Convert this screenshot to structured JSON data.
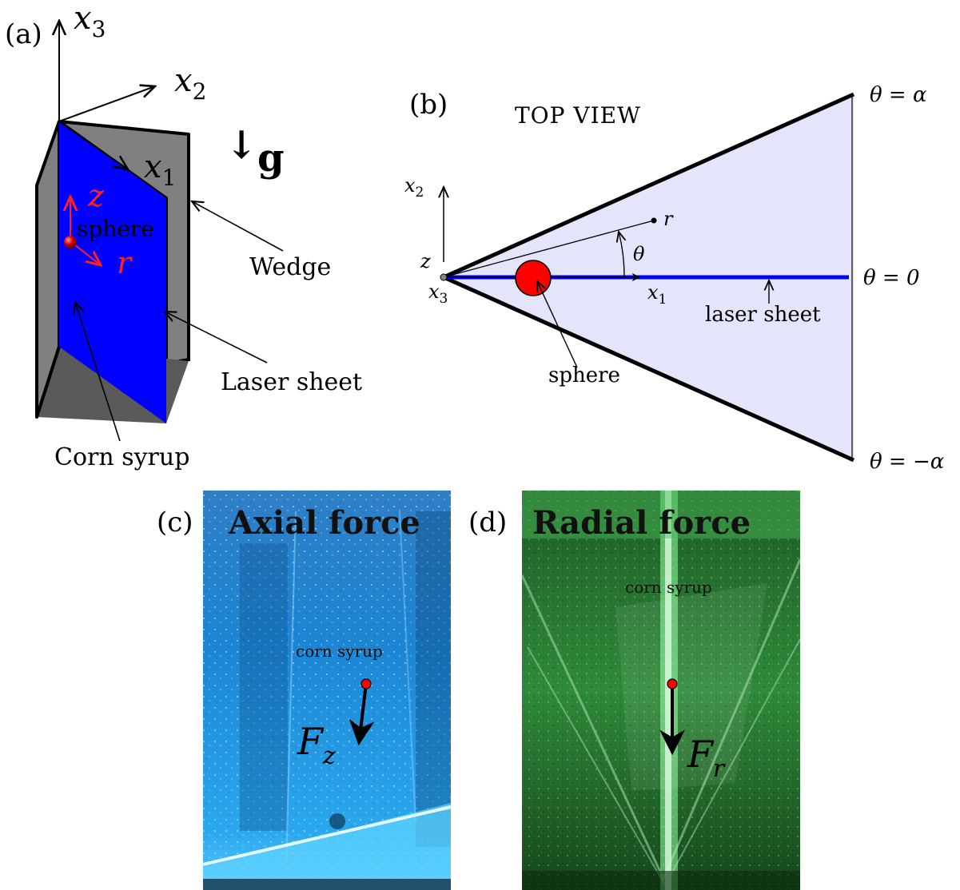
{
  "colors": {
    "wedge_gray": "#808080",
    "wedge_dark": "#5a5a5a",
    "laser_blue": "#0000ff",
    "sphere_red": "#ff0000",
    "label_red": "#ff2020",
    "top_view_fill": "#e4e4fb",
    "photo_c_base": "#1a8fd8",
    "photo_d_base": "#1c6a2a"
  },
  "panel_a": {
    "label": "(a)",
    "axis_x3": "x",
    "axis_x3_sub": "3",
    "axis_x2": "x",
    "axis_x2_sub": "2",
    "axis_x1": "x",
    "axis_x1_sub": "1",
    "gravity_arrow": "↓",
    "gravity": "g",
    "z_label": "z",
    "r_label": "r",
    "sphere_label": "sphere",
    "wedge_label": "Wedge",
    "laser_label": "Laser sheet",
    "syrup_label": "Corn syrup"
  },
  "panel_b": {
    "label": "(b)",
    "title": "TOP VIEW",
    "x2": "x",
    "x2_sub": "2",
    "x1": "x",
    "x1_sub": "1",
    "x3": "x",
    "x3_sub": "3",
    "z": "z",
    "r": "r",
    "theta": "θ",
    "theta_alpha": "θ = α",
    "theta_zero": "θ = 0",
    "theta_neg_alpha": "θ = −α",
    "laser_sheet": "laser sheet",
    "sphere": "sphere"
  },
  "panel_c": {
    "label": "(c)",
    "title": "Axial force",
    "syrup": "corn syrup",
    "force": "F",
    "force_sub": "z"
  },
  "panel_d": {
    "label": "(d)",
    "title": "Radial force",
    "syrup": "corn syrup",
    "force": "F",
    "force_sub": "r"
  }
}
